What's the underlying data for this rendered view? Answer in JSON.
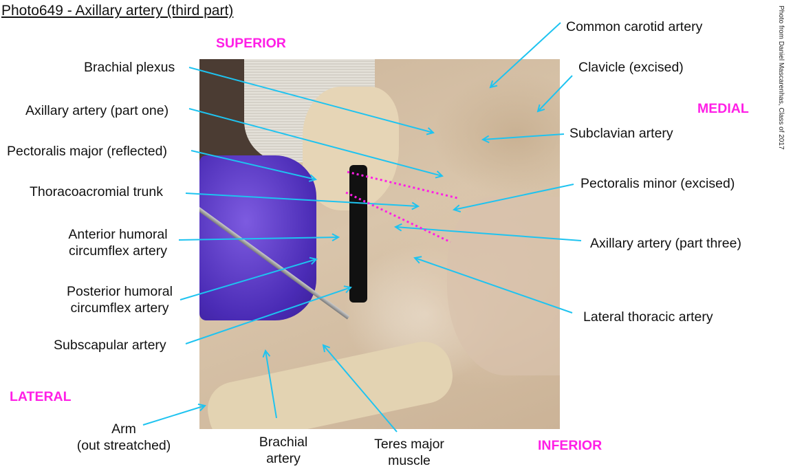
{
  "title": "Photo649 - Axillary artery (third part)",
  "credit": "Photo from Daniel Mascarenhas, Class of 2017",
  "directions": {
    "superior": "SUPERIOR",
    "inferior": "INFERIOR",
    "medial": "MEDIAL",
    "lateral": "LATERAL"
  },
  "labels": {
    "brachial_plexus": "Brachial plexus",
    "axillary_part_one": "Axillary artery (part one)",
    "pectoralis_major": "Pectoralis major (reflected)",
    "thoracoacromial": "Thoracoacromial trunk",
    "anterior_humoral_1": "Anterior humoral",
    "anterior_humoral_2": "circumflex artery",
    "posterior_humoral_1": "Posterior humoral",
    "posterior_humoral_2": "circumflex artery",
    "subscapular": "Subscapular artery",
    "arm_1": "Arm",
    "arm_2": "(out streatched)",
    "brachial_artery_1": "Brachial",
    "brachial_artery_2": "artery",
    "teres_major_1": "Teres major",
    "teres_major_2": "muscle",
    "common_carotid": "Common carotid artery",
    "clavicle": "Clavicle (excised)",
    "subclavian": "Subclavian artery",
    "pectoralis_minor": "Pectoralis minor (excised)",
    "axillary_part_three": "Axillary artery (part three)",
    "lateral_thoracic": "Lateral thoracic artery"
  },
  "colors": {
    "pointer": "#1ec3f0",
    "direction": "#ff1ee6",
    "boundary": "#ff1ee6"
  }
}
